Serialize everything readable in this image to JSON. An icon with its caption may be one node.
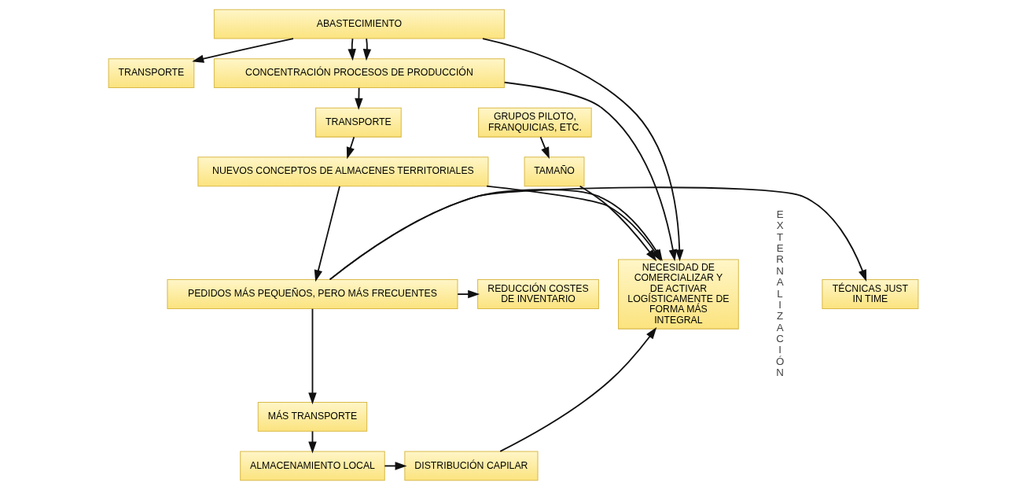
{
  "diagram": {
    "nodes": [
      {
        "text": [
          "ABASTECIMIENTO"
        ]
      },
      {
        "text": [
          "TRANSPORTE"
        ]
      },
      {
        "text": [
          "CONCENTRACIÓN PROCESOS DE PRODUCCIÓN"
        ]
      },
      {
        "text": [
          "TRANSPORTE"
        ]
      },
      {
        "text": [
          "NUEVOS CONCEPTOS DE ALMACENES TERRITORIALES"
        ]
      },
      {
        "text": [
          "TÉCNICAS JUST IN TIME"
        ]
      },
      {
        "text": [
          "PEDIDOS MÁS PEQUEÑOS, PERO MÁS FRECUENTES"
        ]
      },
      {
        "text": [
          "REDUCCIÓN COSTES DE INVENTARIO"
        ]
      },
      {
        "text": [
          "MÁS TRANSPORTE"
        ]
      },
      {
        "text": [
          "ALMACENAMIENTO LOCAL"
        ]
      },
      {
        "text": [
          "DISTRIBUCIÓN CAPILAR"
        ]
      },
      {
        "text": [
          "GRUPOS PILOTO, FRANQUICIAS, ETC."
        ]
      },
      {
        "text": [
          "TAMAÑO"
        ]
      },
      {
        "text": [
          "NECESIDAD DE COMERCIALIZAR Y DE ACTIVAR LOGÍSTICAMENTE DE FORMA MÁS INTEGRAL"
        ]
      }
    ],
    "edges": [
      {
        "from": 0,
        "to": 1,
        "arrow": "to"
      },
      {
        "from": 0,
        "to": 2,
        "arrow": "to"
      },
      {
        "from": 0,
        "to": 2,
        "arrow": "to"
      },
      {
        "from": 2,
        "to": 3,
        "arrow": "to"
      },
      {
        "from": 3,
        "to": 4,
        "arrow": "to"
      },
      {
        "from": 4,
        "to": 6,
        "arrow": "to"
      },
      {
        "from": 6,
        "to": 5,
        "arrow": "to"
      },
      {
        "from": 6,
        "to": 7,
        "arrow": "to"
      },
      {
        "from": 6,
        "to": 8,
        "arrow": "to"
      },
      {
        "from": 8,
        "to": 9,
        "arrow": "to"
      },
      {
        "from": 9,
        "to": 10,
        "arrow": "to"
      },
      {
        "from": 0,
        "to": 13,
        "arrow": "to"
      },
      {
        "from": 2,
        "to": 13,
        "arrow": "to"
      },
      {
        "from": 4,
        "to": 13,
        "arrow": "to"
      },
      {
        "from": 6,
        "to": 13,
        "arrow": "to"
      },
      {
        "from": 10,
        "to": 13,
        "arrow": "to"
      },
      {
        "from": 11,
        "to": 12,
        "arrow": "to"
      },
      {
        "from": 12,
        "to": 13,
        "arrow": "to"
      }
    ],
    "labels": [
      "EXTERNALIZACIÓN"
    ]
  }
}
